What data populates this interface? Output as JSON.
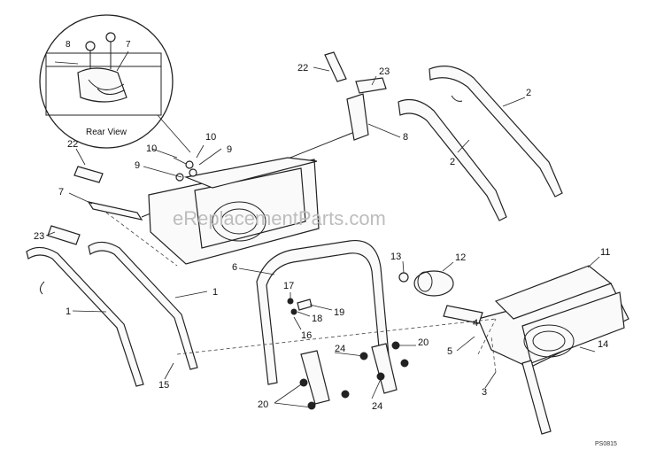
{
  "diagram": {
    "callouts": [
      "22",
      "23",
      "2",
      "8",
      "2",
      "10",
      "9",
      "9",
      "10",
      "22",
      "7",
      "23",
      "4",
      "6",
      "1",
      "1",
      "13",
      "12",
      "11",
      "17",
      "18",
      "19",
      "16",
      "15",
      "5",
      "14",
      "24",
      "20",
      "3",
      "20",
      "24"
    ],
    "inset_callouts": [
      "8",
      "7"
    ],
    "inset_caption": "Rear View",
    "watermark": "eReplacementParts.com",
    "figure_code": "PS0815"
  }
}
